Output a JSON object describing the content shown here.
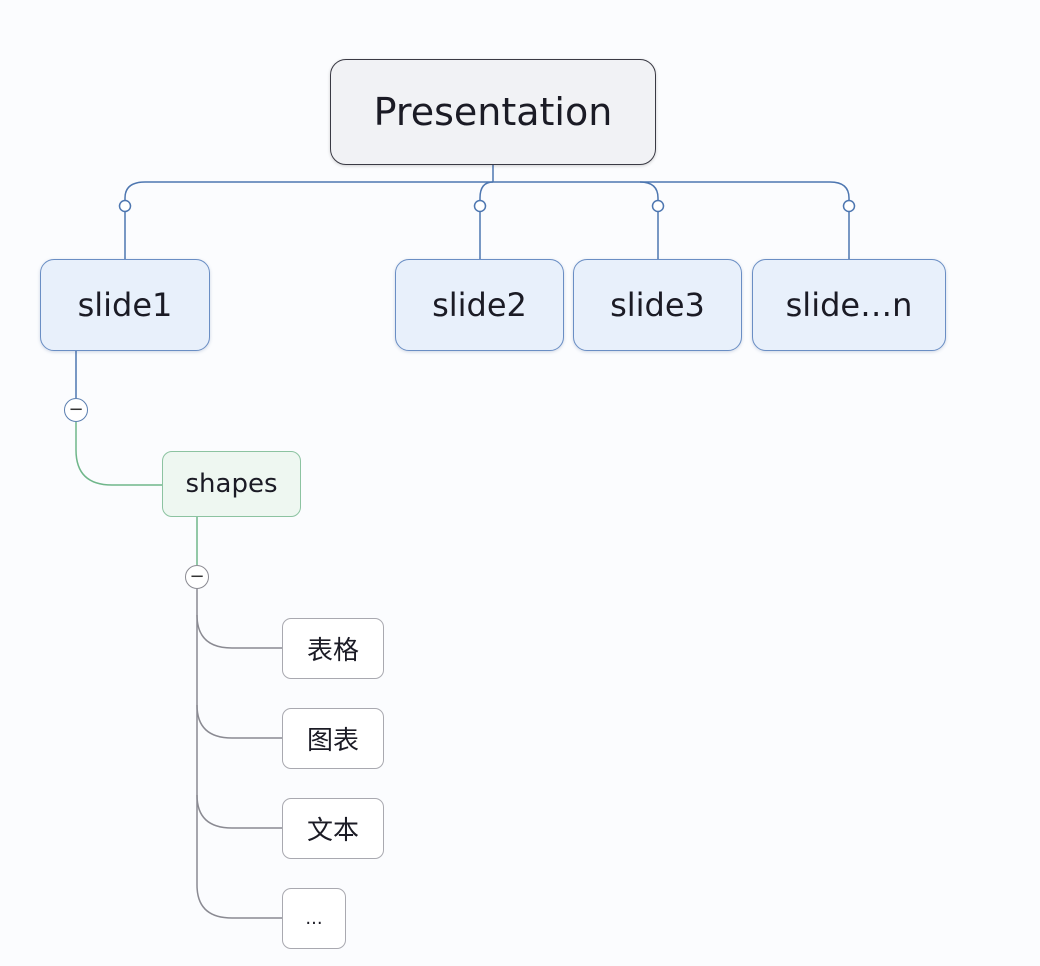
{
  "root": {
    "label": "Presentation"
  },
  "slides": [
    {
      "label": "slide1"
    },
    {
      "label": "slide2"
    },
    {
      "label": "slide3"
    },
    {
      "label": "slide…n"
    }
  ],
  "shapes": {
    "label": "shapes",
    "children": [
      {
        "label": "表格"
      },
      {
        "label": "图表"
      },
      {
        "label": "文本"
      },
      {
        "label": "..."
      }
    ]
  },
  "toggles": {
    "slide1_collapse": "−",
    "shapes_collapse": "−"
  },
  "colors": {
    "slide_border": "#6a8ec4",
    "slide_fill": "#e8f0fb",
    "shapes_border": "#8cc3a1",
    "leaf_border": "#a9a9b0"
  }
}
